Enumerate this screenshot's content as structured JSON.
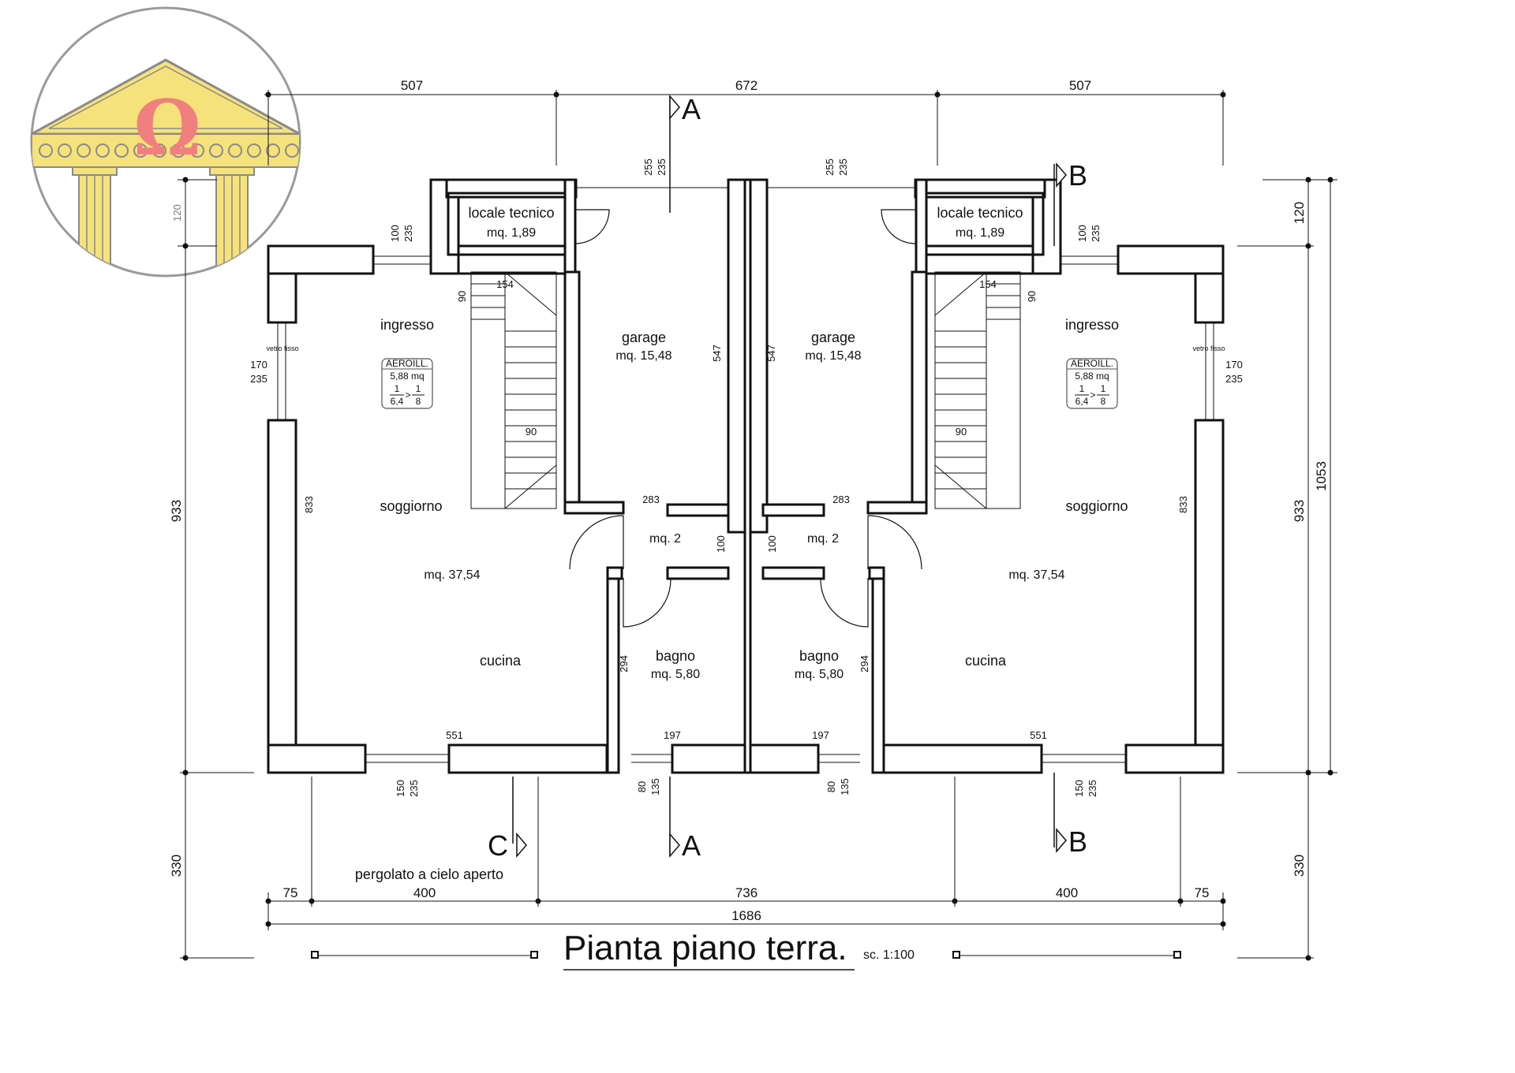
{
  "title": "Pianta piano terra.",
  "scale": "sc. 1:100",
  "logo": {
    "symbol": "Ω",
    "colors": {
      "pediment": "#f5e27a",
      "omega": "#f08080",
      "stroke": "#8a8a8a"
    }
  },
  "sections": {
    "a": "A",
    "b": "B",
    "c": "C"
  },
  "top_dims": [
    "507",
    "672",
    "507"
  ],
  "bottom_dims": [
    "75",
    "400",
    "736",
    "400",
    "75"
  ],
  "total_dim": "1686",
  "left_dims": {
    "upper": "933",
    "lower": "330",
    "logo": "120"
  },
  "right_dims": {
    "top": "120",
    "middle": "933",
    "total": "1053",
    "lower": "330"
  },
  "porch_label": "pergolato a cielo aperto",
  "rooms": {
    "locale_tecnico": {
      "name": "locale tecnico",
      "area": "mq. 1,89"
    },
    "garage": {
      "name": "garage",
      "area": "mq. 15,48"
    },
    "ingresso": {
      "name": "ingresso"
    },
    "soggiorno": {
      "name": "soggiorno",
      "area": "mq. 37,54"
    },
    "cucina": {
      "name": "cucina"
    },
    "disimpegno": {
      "area": "mq. 2"
    },
    "bagno": {
      "name": "bagno",
      "area": "mq. 5,80"
    }
  },
  "aeroill": {
    "title": "AEROILL.",
    "value": "5,88 mq",
    "n1": "1",
    "d1": "6,4",
    "op": ">",
    "n2": "1",
    "d2": "8"
  },
  "vetro_fisso": "vetro fisso",
  "inner_dims": {
    "d100": "100",
    "d235": "235",
    "d255": "255",
    "d90": "90",
    "d154": "154",
    "d170": "170",
    "d547": "547",
    "d833": "833",
    "d283": "283",
    "d294": "294",
    "d551": "551",
    "d197": "197",
    "d150": "150",
    "d80": "80",
    "d135": "135"
  }
}
